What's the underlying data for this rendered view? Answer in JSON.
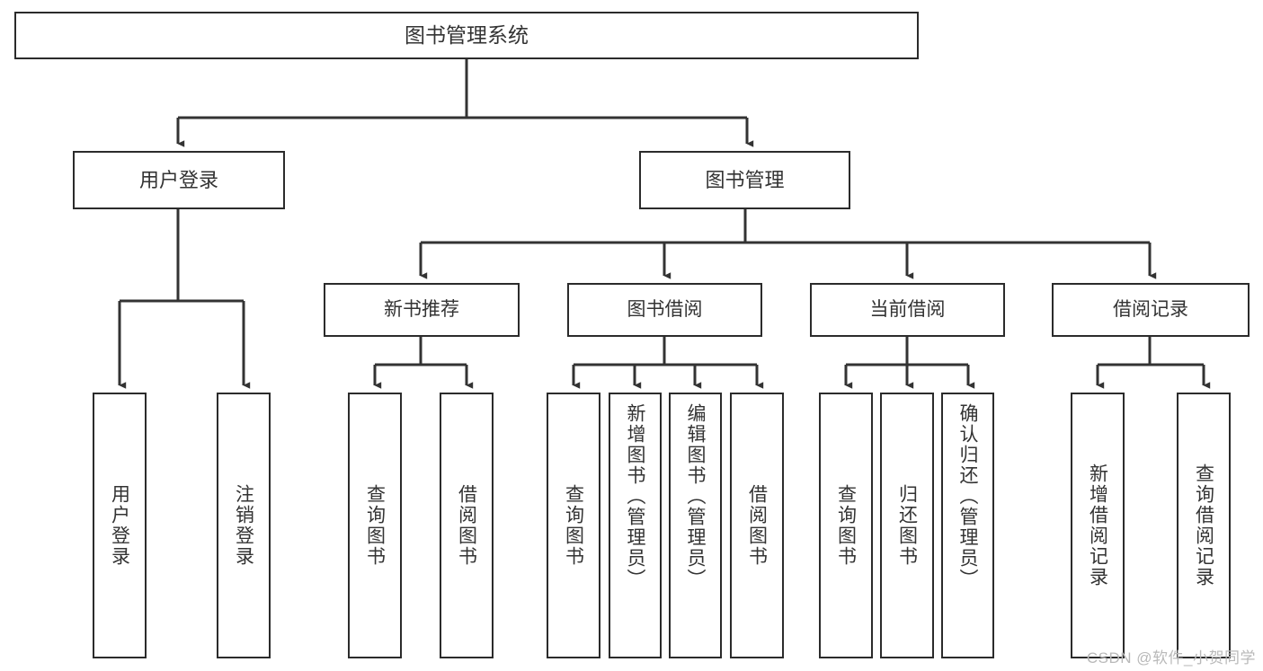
{
  "diagram": {
    "title": "图书管理系统",
    "type": "hierarchy-tree",
    "root": {
      "id": "root",
      "label": "图书管理系统"
    },
    "level2": [
      {
        "id": "user-login",
        "label": "用户登录"
      },
      {
        "id": "book-management",
        "label": "图书管理"
      }
    ],
    "level3": [
      {
        "id": "new-book-recommend",
        "label": "新书推荐",
        "parent": "book-management"
      },
      {
        "id": "book-borrow",
        "label": "图书借阅",
        "parent": "book-management"
      },
      {
        "id": "current-borrow",
        "label": "当前借阅",
        "parent": "book-management"
      },
      {
        "id": "borrow-record",
        "label": "借阅记录",
        "parent": "book-management"
      }
    ],
    "leaves": [
      {
        "id": "leaf-user-login",
        "label": "用户登录",
        "parent": "user-login"
      },
      {
        "id": "leaf-logout-login",
        "label": "注销登录",
        "parent": "user-login"
      },
      {
        "id": "leaf-query-book-1",
        "label": "查询图书",
        "parent": "new-book-recommend"
      },
      {
        "id": "leaf-borrow-book-1",
        "label": "借阅图书",
        "parent": "new-book-recommend"
      },
      {
        "id": "leaf-query-book-2",
        "label": "查询图书",
        "parent": "book-borrow"
      },
      {
        "id": "leaf-add-book",
        "label": "新增图书（管理员）",
        "parent": "book-borrow"
      },
      {
        "id": "leaf-edit-book",
        "label": "编辑图书（管理员）",
        "parent": "book-borrow"
      },
      {
        "id": "leaf-borrow-book-2",
        "label": "借阅图书",
        "parent": "book-borrow"
      },
      {
        "id": "leaf-query-book-3",
        "label": "查询图书",
        "parent": "current-borrow"
      },
      {
        "id": "leaf-return-book",
        "label": "归还图书",
        "parent": "current-borrow"
      },
      {
        "id": "leaf-confirm-return",
        "label": "确认归还（管理员）",
        "parent": "current-borrow"
      },
      {
        "id": "leaf-add-record",
        "label": "新增借阅记录",
        "parent": "borrow-record"
      },
      {
        "id": "leaf-query-record",
        "label": "查询借阅记录",
        "parent": "borrow-record"
      }
    ],
    "colors": {
      "border": "#2b2b2b",
      "background": "#ffffff",
      "text": "#333333",
      "connector": "#333333",
      "watermark": "#b9b9b9"
    }
  },
  "watermark": {
    "text": "CSDN @软件_小贺同学"
  }
}
